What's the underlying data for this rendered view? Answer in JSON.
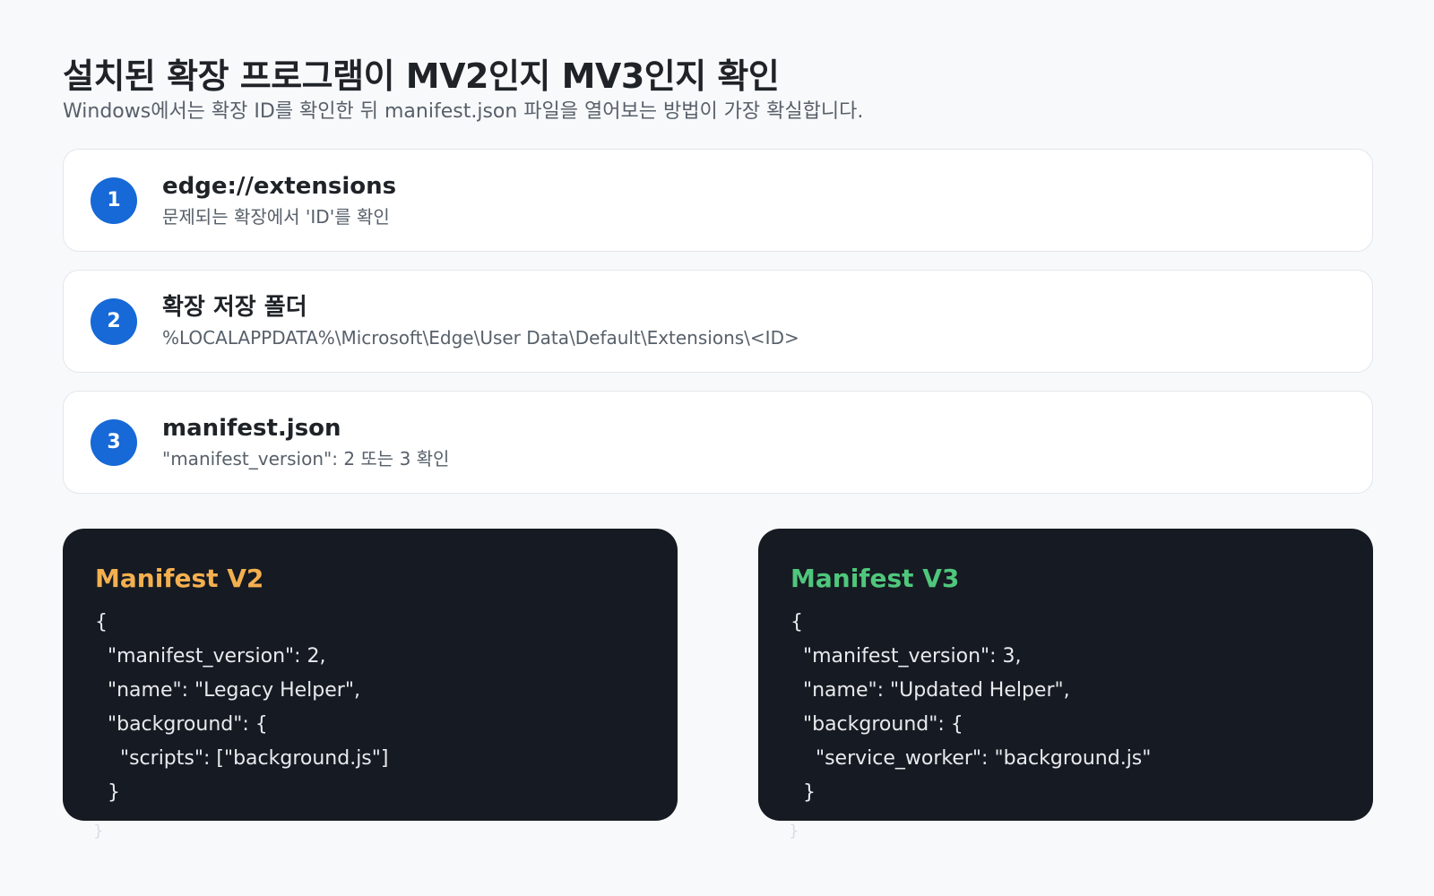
{
  "header": {
    "title": "설치된 확장 프로그램이 MV2인지 MV3인지 확인",
    "subtitle": "Windows에서는 확장 ID를 확인한 뒤 manifest.json 파일을 열어보는 방법이 가장 확실합니다."
  },
  "steps": [
    {
      "number": "1",
      "title": "edge://extensions",
      "desc": "문제되는 확장에서 'ID'를 확인"
    },
    {
      "number": "2",
      "title": "확장 저장 폴더",
      "desc": "%LOCALAPPDATA%\\Microsoft\\Edge\\User Data\\Default\\Extensions\\<ID>"
    },
    {
      "number": "3",
      "title": "manifest.json",
      "desc": "\"manifest_version\": 2 또는 3 확인"
    }
  ],
  "code": {
    "v2": {
      "title": "Manifest V2",
      "lines": [
        "{",
        "  \"manifest_version\": 2,",
        "  \"name\": \"Legacy Helper\",",
        "  \"background\": {",
        "    \"scripts\": [\"background.js\"]",
        "  }"
      ],
      "overflow": "}"
    },
    "v3": {
      "title": "Manifest V3",
      "lines": [
        "{",
        "  \"manifest_version\": 3,",
        "  \"name\": \"Updated Helper\",",
        "  \"background\": {",
        "    \"service_worker\": \"background.js\"",
        "  }"
      ],
      "overflow": "}"
    }
  },
  "colors": {
    "accent_blue": "#1669d6",
    "v2_title": "#f4b04f",
    "v3_title": "#4fc77c",
    "code_bg": "#161a22"
  }
}
